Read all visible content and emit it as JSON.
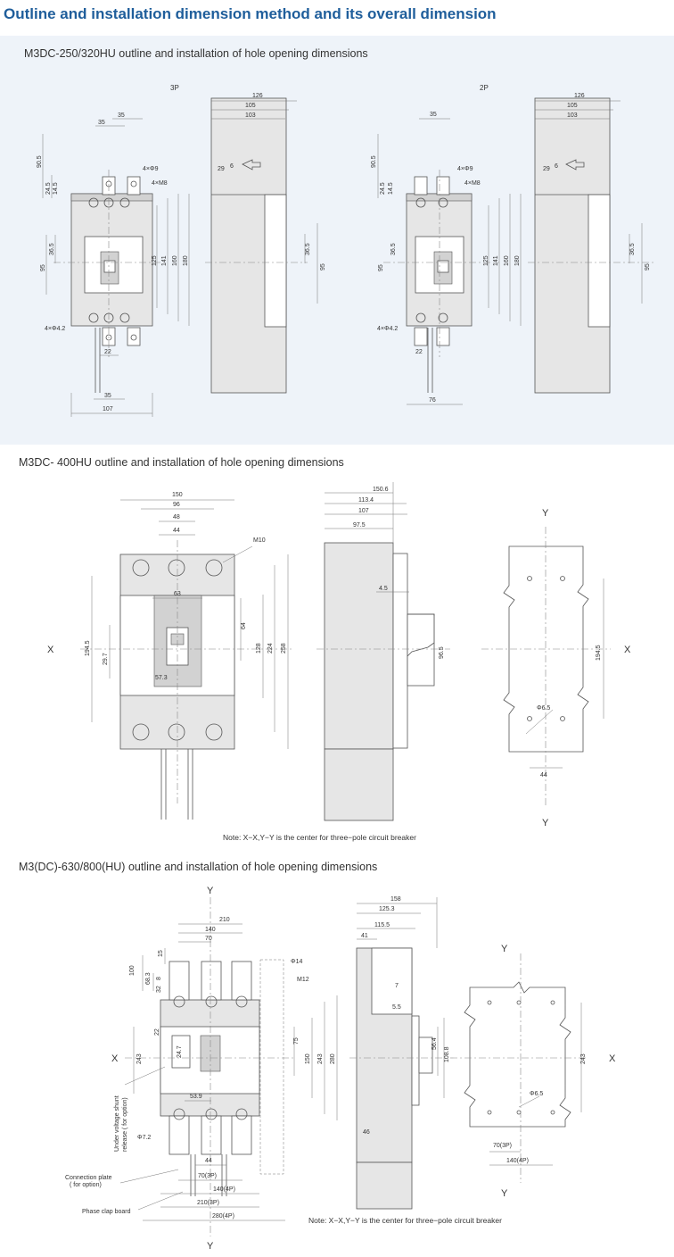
{
  "page": {
    "title": "Outline and installation dimension method and its overall dimension"
  },
  "sections": {
    "s1": "M3DC-250/320HU outline and installation of hole opening dimensions",
    "s2": "M3DC- 400HU outline and installation of hole opening dimensions",
    "s3": "M3(DC)-630/800(HU) outline and installation of hole opening dimensions"
  },
  "notes": {
    "n2": "Note: X−X,Y−Y is the center for three−pole circuit breaker",
    "n3": "Note: X−X,Y−Y is the center for three−pole circuit breaker"
  },
  "dims": {
    "s1": {
      "p3": "3P",
      "p2": "2P",
      "d35": "35",
      "d90_5": "90.5",
      "d24_5": "24.5",
      "d14_5": "14.5",
      "phi9": "4×Φ9",
      "m8": "4×M8",
      "d36_5": "36.5",
      "d95": "95",
      "d125": "125",
      "d141": "141",
      "d160": "160",
      "d180": "180",
      "phi4_2": "4×Φ4.2",
      "d22": "22",
      "d107": "107",
      "d76": "76",
      "d126": "126",
      "d105": "105",
      "d103": "103",
      "d29": "29",
      "d6": "6"
    },
    "s2": {
      "d150": "150",
      "d96": "96",
      "d48": "48",
      "d44": "44",
      "m10": "M10",
      "d63": "63",
      "d64": "64",
      "d128": "128",
      "d224": "224",
      "d258": "258",
      "d194_5": "194.5",
      "d29_7": "29.7",
      "d57_3": "57.3",
      "d150_6": "150.6",
      "d113_4": "113.4",
      "d107": "107",
      "d97_5": "97.5",
      "d4_5": "4.5",
      "d96_5": "96.5",
      "phi6_5": "Φ6.5",
      "x": "X",
      "y": "Y"
    },
    "s3": {
      "d210": "210",
      "d140": "140",
      "d70": "70",
      "d100": "100",
      "d15": "15",
      "d68_3": "68.3",
      "d8": "8",
      "d32": "32",
      "phi14": "Φ14",
      "m12": "M12",
      "d22": "22",
      "d243": "243",
      "d24_7": "24.7",
      "d75": "75",
      "d150": "150",
      "d280": "280",
      "d53_9": "53.9",
      "phi7_2": "Φ7.2",
      "d44": "44",
      "d70_3p": "70(3P)",
      "d140_4p": "140(4P)",
      "d210_3p": "210(3P)",
      "d280_4p": "280(4P)",
      "under_voltage": "Under voltage shunt",
      "release": "release ( for option)",
      "conn_plate": "Connection plate",
      "for_option": "( for option)",
      "phase_clap": "Phase clap board",
      "d158": "158",
      "d125_3": "125.3",
      "d115_5": "115.5",
      "d41": "41",
      "d7": "7",
      "d5_5": "5.5",
      "d56_4": "56.4",
      "d108_8": "108.8",
      "d46": "46",
      "phi6_5": "Φ6.5",
      "x": "X",
      "y": "Y"
    }
  }
}
